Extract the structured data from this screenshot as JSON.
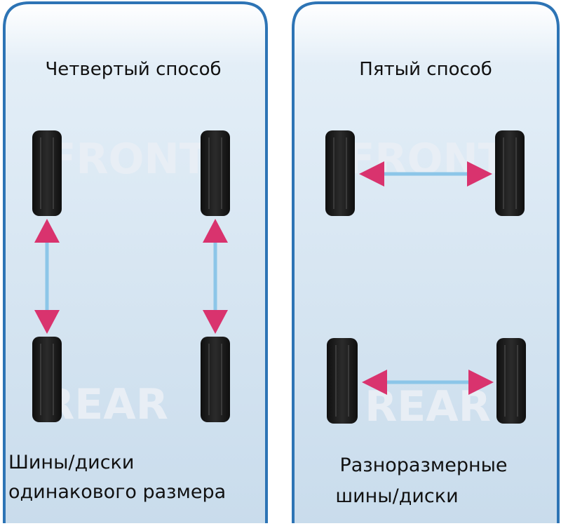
{
  "panels": [
    {
      "title": "Четвертый способ",
      "front_label": "FRONT",
      "rear_label": "REAR",
      "caption_lines": [
        "Шины/диски",
        "одинакового размера"
      ]
    },
    {
      "title": "Пятый способ",
      "front_label": "FRONT",
      "rear_label": "REAR",
      "caption_lines": [
        "Разноразмерные",
        "шины/диски"
      ]
    }
  ],
  "colors": {
    "panel_border": "#2d74b5",
    "panel_fill_top": "#ffffff",
    "panel_fill_bottom": "#c9dcec",
    "watermark": "#e8eef5",
    "tire": "#1d1d1d",
    "tire_tread": "#3a3a3a",
    "arrow": "#d9336e",
    "arrow_line": "#8cc6e8",
    "title_text": "#111111",
    "caption_text": "#111111"
  }
}
